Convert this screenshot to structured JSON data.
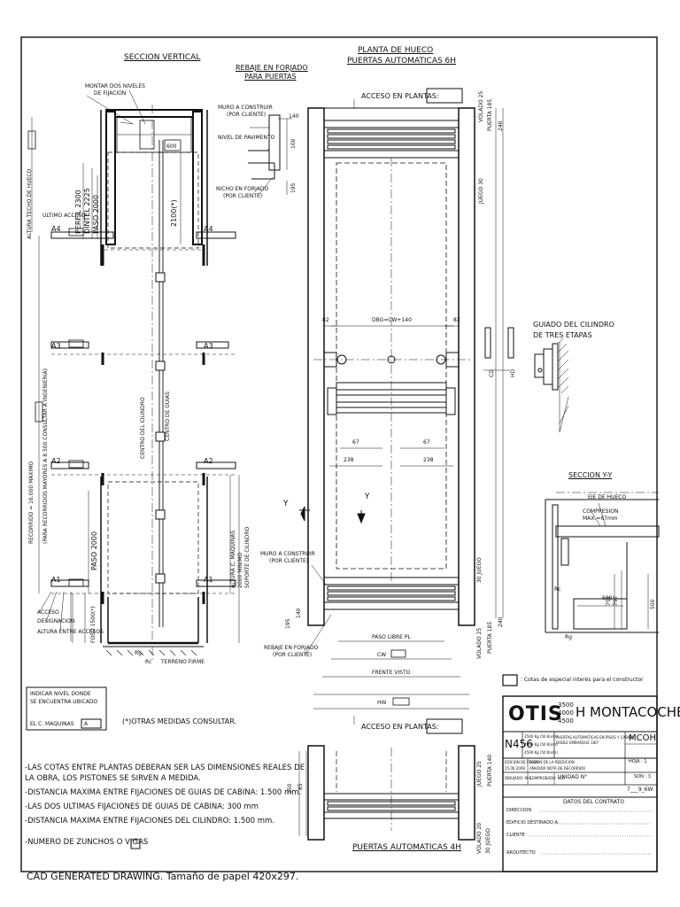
{
  "sections": {
    "vertical_title": "SECCION VERTICAL",
    "rebaje_title_1": "REBAJE EN FORJADO",
    "rebaje_title_2": "PARA PUERTAS",
    "planta_title_1": "PLANTA DE HUECO",
    "planta_title_2": "PUERTAS AUTOMATICAS 6H",
    "guiado_title_1": "GUIADO DEL CILINDRO",
    "guiado_title_2": "DE TRES ETAPAS",
    "seccion_yy": "SECCION Y-Y",
    "puertas_4h": "PUERTAS AUTOMATICAS 4H"
  },
  "vertical_labels": {
    "montar_1": "MONTAR DOS NIVELES",
    "montar_2": "DE FIJACION",
    "ultimo_acceso": "ULTIMO ACCESO",
    "altura_techo": "ALTURA TECHO DE HUECO",
    "perfil": "PERFIL 2300",
    "dintel": "DINTEL 2225",
    "paso": "PASO 2000",
    "dim_2100": "2100(*)",
    "dim_600": "600",
    "recorrido_1": "RECORRIDO = 16.000 MAXIMO",
    "recorrido_2": "(PARA RECORRIDOS MAYORES A 8.500 CONSULTAR A INGENIERIA)",
    "centro_cilindro": "CENTRO DEL CILINDRO",
    "centro_guias": "CENTRO DE GUIAS",
    "paso_2000": "PASO 2000",
    "altura_maquinas": "ALTURA C. MAQUINAS",
    "min_2000": "2000 MINIMO",
    "soporte": "SOPORTE DE CILINDRO",
    "foso": "FOSO 1500(*)",
    "acceso": "ACCESO",
    "designacion": "DESIGNACION",
    "altura_entre": "ALTURA ENTRE ACCESOS",
    "terreno": "TERRENO FIRME",
    "rc": "Rc",
    "rg": "Rg",
    "a1": "A1",
    "a2": "A2",
    "a3": "A3",
    "a4": "A4"
  },
  "rebaje_labels": {
    "muro_1": "MURO A CONSTRUIR",
    "muro_2": "(POR CLIENTE)",
    "nivel": "NIVEL DE PAVIMENTO",
    "nicho_1": "NICHO EN FORJADO",
    "nicho_2": "(POR CLIENTE)",
    "d140": "140",
    "d100": "100",
    "d195": "195"
  },
  "plan_labels": {
    "acceso_plantas": "ACCESO EN PLANTAS:",
    "dbg": "DBG=CW+140",
    "d82a": "82",
    "d82b": "82",
    "d67a": "67",
    "d67b": "67",
    "d238a": "238",
    "d238b": "238",
    "volado_top": "VOLADO 25",
    "juego_top": "JUEGO 30",
    "puerta_185": "PUERTA 185",
    "d240": "240",
    "cd": "CD",
    "hd": "HD",
    "muro_1": "MURO A CONSTRUIR",
    "muro_2": "(POR CLIENTE)",
    "rebaje_1": "REBAJE EN FORJADO",
    "rebaje_2": "(POR CLIENTE)",
    "paso_libre": "PASO LIBRE PL",
    "cw": "CW",
    "frente": "FRENTE VISTO",
    "hw": "HW",
    "volado_bot": "VOLADO 25",
    "juego_bot": "30 JUEGO",
    "puerta_bot": "PUERTA 185",
    "d240b": "240",
    "d195": "195",
    "d140": "140",
    "y_left": "Y",
    "y_right": "Y",
    "acceso_plantas_2": "ACCESO EN PLANTAS:",
    "juego_4h": "JUEGO 25",
    "puerta_140": "PUERTA 140",
    "volado_20": "VOLADO 20",
    "juego_30": "30 JUEGO",
    "d150": "150",
    "d85": "85"
  },
  "yy_labels": {
    "eje": "EJE DE HUECO",
    "compresion": "COMPRESION",
    "max": "MAX.=67mm",
    "d751": "751",
    "d797": "797",
    "d600": "600",
    "d500": "500",
    "rc": "Rc",
    "rg": "Rg"
  },
  "legend": {
    "indicar_1": "INDICAR NIVEL DONDE",
    "indicar_2": "SE ENCUENTRA UBICADO",
    "el_c": "EL C. MAQUINAS",
    "a_box": "A",
    "otras": "(*)OTRAS MEDIDAS CONSULTAR.",
    "cotas": ": Cotas de  especial interés para el constructor"
  },
  "notes": [
    "-LAS COTAS ENTRE PLANTAS DEBERAN SER LAS DIMENSIONES REALES DE",
    " LA OBRA, LOS PISTONES SE SIRVEN A MEDIDA.",
    "-DISTANCIA MAXIMA ENTRE FIJACIONES DE GUIAS DE CABINA:  1.500 mm.",
    "-LAS DOS ULTIMAS FIJACIONES DE GUIAS DE CABINA: 300 mm",
    "-DISTANCIA MAXIMA ENTRE FIJACIONES DEL CILINDRO:  1.500 mm.",
    "-NUMERO DE ZUNCHOS O VIGAS"
  ],
  "title_block": {
    "brand": "OTIS",
    "models": [
      "3500",
      "4000",
      "4500"
    ],
    "product": "H MONTACOCHES",
    "code": "N456",
    "code_right": "MCOH",
    "loads": [
      "3500 Kg (50 Kn/m)",
      "4000 Kg (50 Kn/m)",
      "4500 Kg (50 Kn/m)"
    ],
    "description_1": "PUERTAS AUTOMATICAS EN PISOS Y CABINA",
    "description_2": "DOBLE EMBARQUE 180°",
    "hoja": "HOJA : 1",
    "son": "SON : 3",
    "edicion": "EDICION DE FECHA",
    "edicion_val": "15.06.2008",
    "razon": "RAZON DE LA REEDICION",
    "razon_val": "AÑADIDA NOTA DE RECORRIDO",
    "dibujado": "DIBUJADO: M.G.",
    "comprobado": "COMPROBADO: H.Z.",
    "unidad": "UNIDAD N°",
    "sheet_id": "7___9_6W",
    "datos": "DATOS DEL CONTRATO",
    "direccion": "DIRECCION",
    "edificio": "EDIFICIO DESTINADO A",
    "cliente": "CLIENTE",
    "arquitecto": "ARQUITECTO"
  },
  "footer": "CAD GENERATED DRAWING. Tamaño de papel 420x297."
}
